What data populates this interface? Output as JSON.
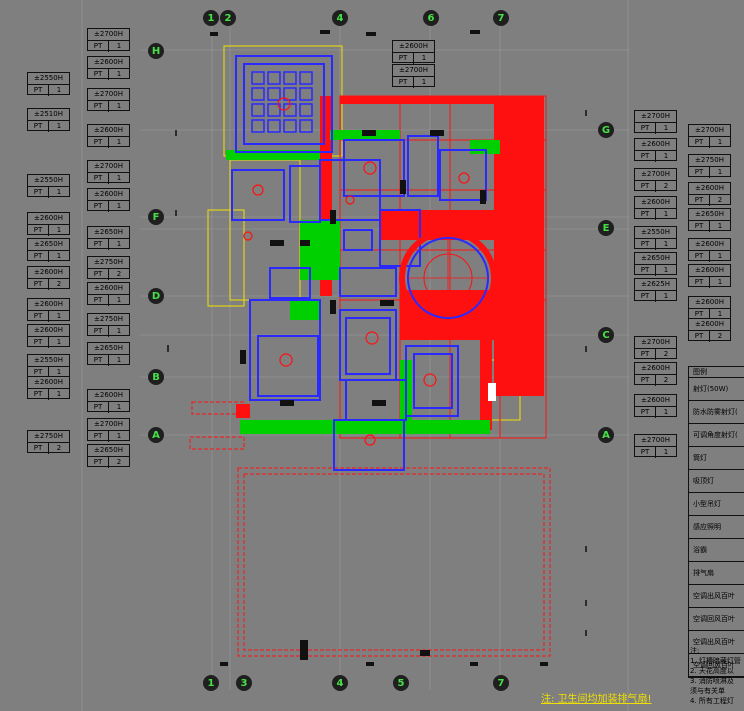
{
  "left_tags_a": [
    {
      "h": "±2700H",
      "pt": "PT",
      "n": "1"
    },
    {
      "h": "±2600H",
      "pt": "PT",
      "n": "1"
    },
    {
      "h": "±2700H",
      "pt": "PT",
      "n": "1"
    },
    {
      "h": "±2600H",
      "pt": "PT",
      "n": "1"
    },
    {
      "h": "±2700H",
      "pt": "PT",
      "n": "1"
    },
    {
      "h": "±2600H",
      "pt": "PT",
      "n": "1"
    },
    {
      "h": "±2650H",
      "pt": "PT",
      "n": "1"
    },
    {
      "h": "±2750H",
      "pt": "PT",
      "n": "2"
    },
    {
      "h": "±2600H",
      "pt": "PT",
      "n": "1"
    },
    {
      "h": "±2750H",
      "pt": "PT",
      "n": "1"
    },
    {
      "h": "±2650H",
      "pt": "PT",
      "n": "1"
    },
    {
      "h": "±2600H",
      "pt": "PT",
      "n": "1"
    },
    {
      "h": "±2700H",
      "pt": "PT",
      "n": "1"
    },
    {
      "h": "±2650H",
      "pt": "PT",
      "n": "2"
    }
  ],
  "left_tags_b": [
    {
      "h": "±2550H",
      "pt": "PT",
      "n": "1"
    },
    {
      "h": "±2510H",
      "pt": "PT",
      "n": "1"
    },
    {
      "h": "±2550H",
      "pt": "PT",
      "n": "1"
    },
    {
      "h": "±2600H",
      "pt": "PT",
      "n": "1"
    },
    {
      "h": "±2650H",
      "pt": "PT",
      "n": "1"
    },
    {
      "h": "±2600H",
      "pt": "PT",
      "n": "2"
    },
    {
      "h": "±2600H",
      "pt": "PT",
      "n": "1"
    },
    {
      "h": "±2600H",
      "pt": "PT",
      "n": "1"
    },
    {
      "h": "±2550H",
      "pt": "PT",
      "n": "1"
    },
    {
      "h": "±2600H",
      "pt": "PT",
      "n": "1"
    },
    {
      "h": "±2750H",
      "pt": "PT",
      "n": "2"
    }
  ],
  "top_tags": [
    {
      "h": "±2600H",
      "pt": "PT",
      "n": "1"
    },
    {
      "h": "±2700H",
      "pt": "PT",
      "n": "1"
    }
  ],
  "right_tags_a": [
    {
      "h": "±2700H",
      "pt": "PT",
      "n": "1"
    },
    {
      "h": "±2600H",
      "pt": "PT",
      "n": "1"
    },
    {
      "h": "±2700H",
      "pt": "PT",
      "n": "2"
    },
    {
      "h": "±2600H",
      "pt": "PT",
      "n": "1"
    },
    {
      "h": "±2550H",
      "pt": "PT",
      "n": "1"
    },
    {
      "h": "±2650H",
      "pt": "PT",
      "n": "1"
    },
    {
      "h": "±2625H",
      "pt": "PT",
      "n": "1"
    },
    {
      "h": "±2700H",
      "pt": "PT",
      "n": "2"
    },
    {
      "h": "±2600H",
      "pt": "PT",
      "n": "2"
    },
    {
      "h": "±2600H",
      "pt": "PT",
      "n": "1"
    },
    {
      "h": "±2700H",
      "pt": "PT",
      "n": "1"
    }
  ],
  "right_tags_b": [
    {
      "h": "±2700H",
      "pt": "PT",
      "n": "1"
    },
    {
      "h": "±2750H",
      "pt": "PT",
      "n": "1"
    },
    {
      "h": "±2600H",
      "pt": "PT",
      "n": "2"
    },
    {
      "h": "±2650H",
      "pt": "PT",
      "n": "1"
    },
    {
      "h": "±2600H",
      "pt": "PT",
      "n": "1"
    },
    {
      "h": "±2600H",
      "pt": "PT",
      "n": "1"
    },
    {
      "h": "±2600H",
      "pt": "PT",
      "n": "1"
    },
    {
      "h": "±2600H",
      "pt": "PT",
      "n": "2"
    }
  ],
  "axes_top": [
    "1",
    "2",
    "4",
    "6",
    "7"
  ],
  "axes_bottom": [
    "1",
    "3",
    "4",
    "5",
    "7"
  ],
  "axes_left": [
    "H",
    "F",
    "D",
    "B",
    "A"
  ],
  "axes_right": [
    "G",
    "E",
    "C",
    "A"
  ],
  "legend": {
    "title": "图例",
    "items": [
      "射灯(50W)",
      "防水防雾射灯(",
      "可调角度射灯(",
      "筒灯",
      "吸顶灯",
      "小型吊灯",
      "感应照明",
      "浴霸",
      "排气扇",
      "空调出风百叶",
      "空调回风百叶",
      "空调出风百叶",
      "空调回风百叶"
    ]
  },
  "notes": {
    "title": "注:",
    "lines": [
      "1. 灯槽暗藏灯管",
      "2. 天花高度以",
      "3. 消防喷淋及",
      "   须与有关单",
      "4. 所有工程灯"
    ]
  },
  "footnote": "注: 卫生间均加装排气扇!",
  "colors": {
    "background": "#7f7f7f",
    "red": "#ff1010",
    "blue": "#2a2aff",
    "green": "#00e000",
    "yellow": "#f0e000",
    "grid": "#9a9a9a"
  }
}
